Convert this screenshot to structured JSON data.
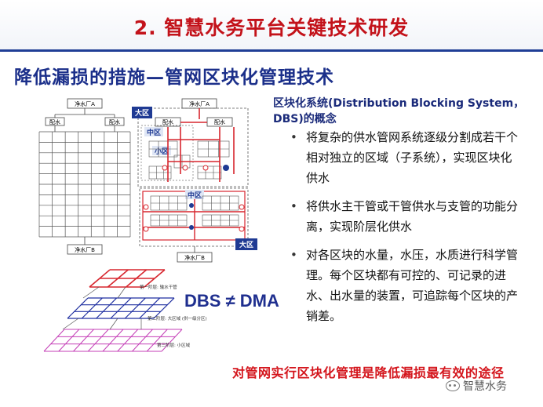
{
  "header": {
    "title": "2. 智慧水务平台关键技术研发"
  },
  "slide": {
    "subtitle": "降低漏损的措施—管网区块化管理技术"
  },
  "diagram": {
    "plant_a": "净水厂A",
    "plant_b": "净水厂B",
    "dist_left": "配水",
    "dist_right": "配水",
    "big_zone_top": "大区",
    "big_zone_bottom": "大区",
    "mid_zone_top": "中区",
    "mid_zone_bottom": "中区",
    "small_zone": "小区",
    "level1_label": "第一阶层: 输水干管",
    "level2_label": "第二阶层: 大区域 (供一级分区)",
    "level3_label": "第三阶层: 小区域"
  },
  "comparison": {
    "text": "DBS ≠ DMA"
  },
  "concept": {
    "heading": "区块化系统(Distribution Blocking System，DBS)的概念",
    "bullets": [
      "将复杂的供水管网系统逐级分割成若干个相对独立的区域（子系统），实现区块化供水",
      "将供水主干管或干管供水与支管的功能分离，实现阶层化供水",
      "对各区块的水量，水压，水质进行科学管理。每个区块都有可控的、可记录的进水、出水量的装置，可追踪每个区块的产销差。"
    ]
  },
  "conclusion": {
    "text": "对管网实行区块化管理是降低漏损最有效的途径"
  },
  "watermark": {
    "text": "智慧水务",
    "icon": "wechat-icon"
  },
  "colors": {
    "title_red": "#c3121a",
    "navy": "#1b2f8a",
    "pipe_red": "#d7262e",
    "rule_blue": "#1f3e96"
  }
}
